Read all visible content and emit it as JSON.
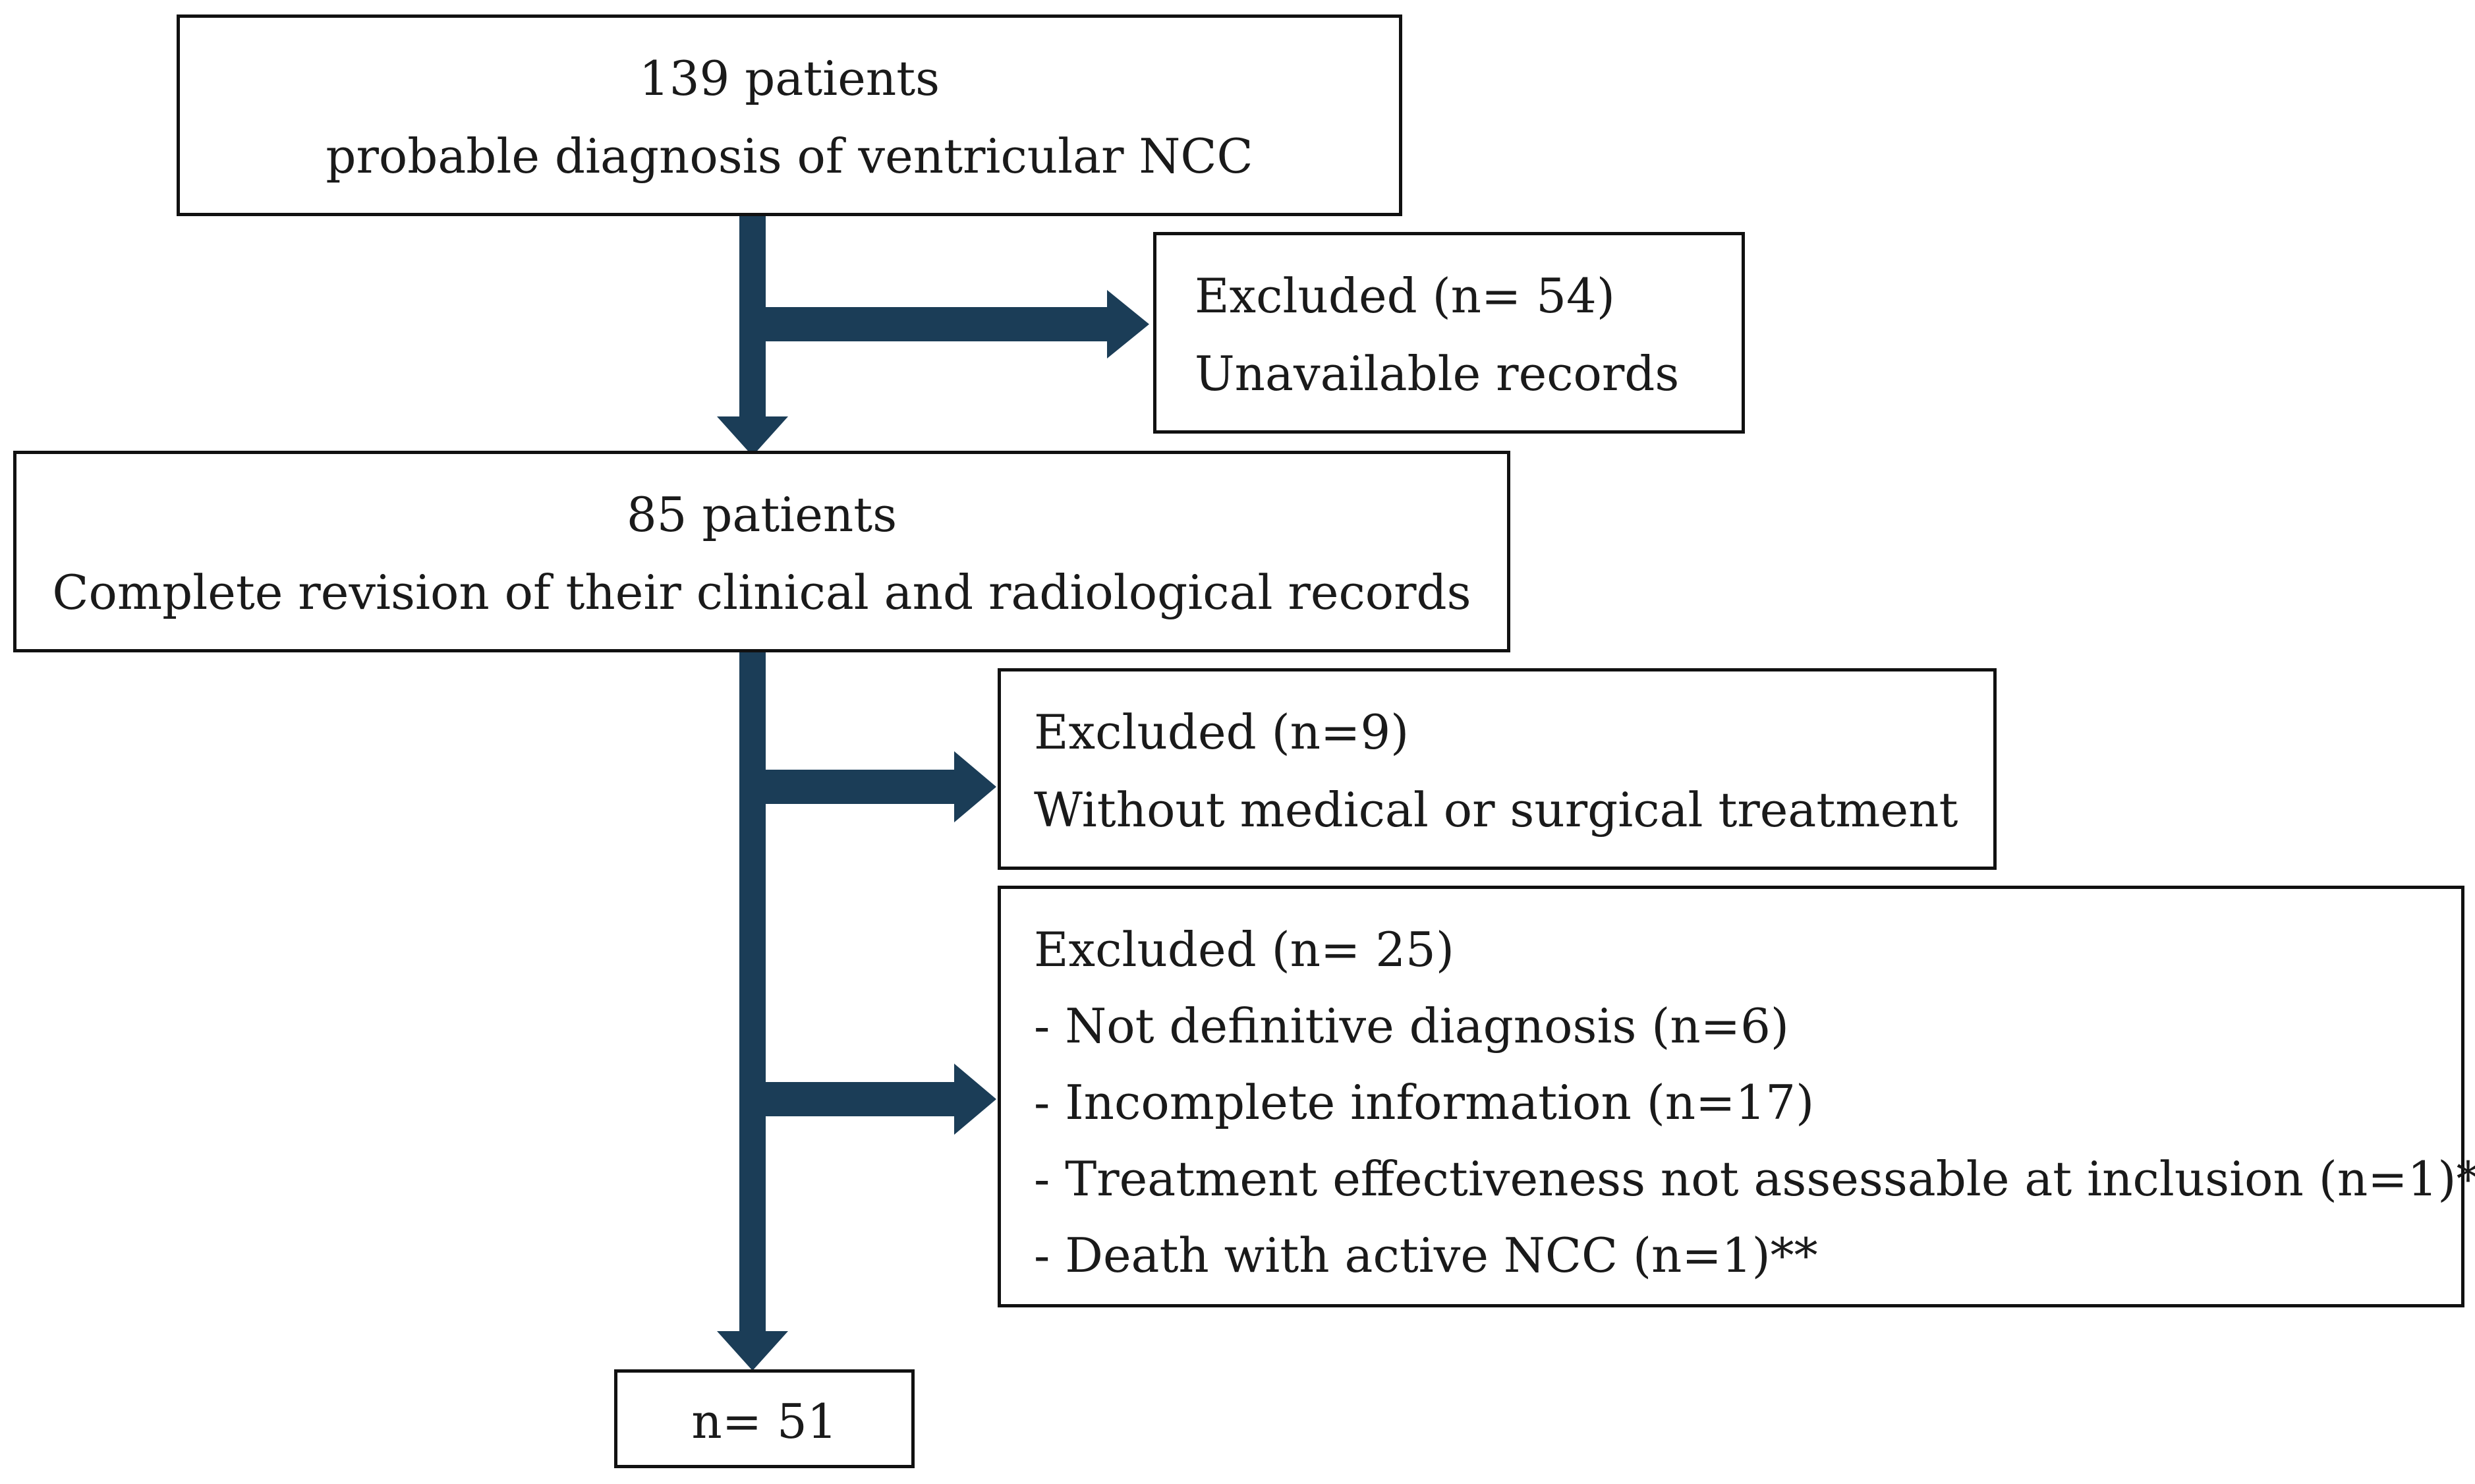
{
  "diagram": {
    "stroke_color": "#1b3d57",
    "border_color": "#111111",
    "nodes": {
      "initial": {
        "lines": [
          "139 patients",
          "probable diagnosis of ventricular NCC"
        ]
      },
      "exclusion_1": {
        "lines": [
          "Excluded (n= 54)",
          "Unavailable records"
        ]
      },
      "reviewed": {
        "lines": [
          "85 patients",
          "Complete revision of their clinical and radiological records"
        ]
      },
      "exclusion_2": {
        "lines": [
          "Excluded (n=9)",
          "Without medical or surgical treatment"
        ]
      },
      "exclusion_3": {
        "lines": [
          "Excluded (n= 25)",
          "- Not definitive diagnosis (n=6)",
          "- Incomplete information (n=17)",
          "- Treatment effectiveness not assessable at inclusion (n=1)*",
          "- Death with active NCC (n=1)**"
        ]
      },
      "final": {
        "lines": [
          "n= 51"
        ]
      }
    },
    "edges": [
      {
        "from": "initial",
        "to": "reviewed"
      },
      {
        "from": "initial",
        "to": "exclusion_1"
      },
      {
        "from": "reviewed",
        "to": "final"
      },
      {
        "from": "reviewed",
        "to": "exclusion_2"
      },
      {
        "from": "reviewed",
        "to": "exclusion_3"
      }
    ]
  }
}
